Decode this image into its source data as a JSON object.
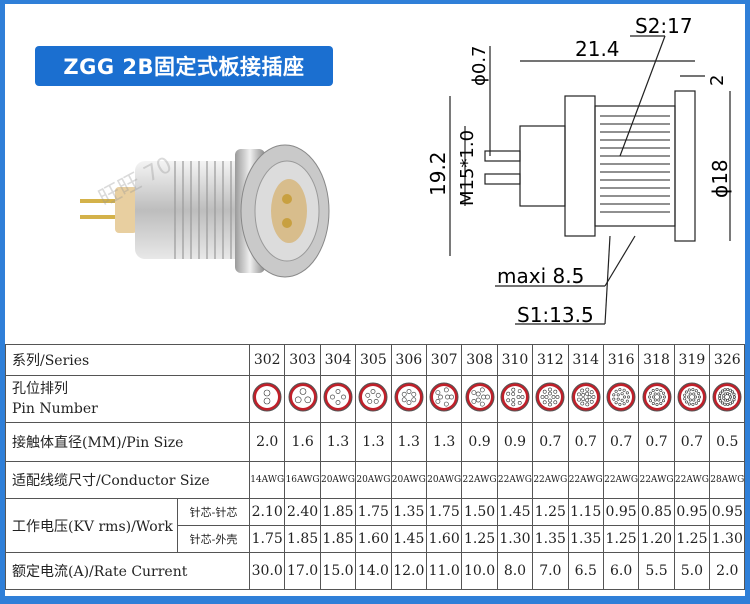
{
  "title": "ZGG 2B固定式板接插座",
  "watermark": "旺旺 70",
  "drawing": {
    "dim_top": "21.4",
    "dim_hex": "S2:17",
    "dim_pin": "ϕ0.7",
    "dim_thread": "M15*1.0",
    "dim_height": "19.2",
    "dim_flange": "2",
    "dim_dia": "ϕ18",
    "dim_panel": "maxi 8.5",
    "dim_nut": "S1:13.5"
  },
  "table": {
    "series_label": "系列/Series",
    "series": [
      "302",
      "303",
      "304",
      "305",
      "306",
      "307",
      "308",
      "310",
      "312",
      "314",
      "316",
      "318",
      "319",
      "326"
    ],
    "pin_label_cn": "孔位排列",
    "pin_label_en": "Pin Number",
    "pin_counts": [
      2,
      3,
      4,
      5,
      6,
      7,
      8,
      10,
      12,
      14,
      16,
      18,
      19,
      26
    ],
    "pin_size_label": "接触体直径(MM)/Pin Size",
    "pin_size": [
      "2.0",
      "1.6",
      "1.3",
      "1.3",
      "1.3",
      "1.3",
      "0.9",
      "0.9",
      "0.7",
      "0.7",
      "0.7",
      "0.7",
      "0.7",
      "0.5"
    ],
    "conductor_label": "适配线缆尺寸/Conductor Size",
    "conductor": [
      "14AWG",
      "16AWG",
      "20AWG",
      "20AWG",
      "20AWG",
      "20AWG",
      "22AWG",
      "22AWG",
      "22AWG",
      "22AWG",
      "22AWG",
      "22AWG",
      "22AWG",
      "28AWG"
    ],
    "work_label": "工作电压(KV rms)/Work",
    "work_sub1": "针芯-针芯",
    "work_sub2": "针芯-外壳",
    "work_pp": [
      "2.10",
      "2.40",
      "1.85",
      "1.75",
      "1.35",
      "1.75",
      "1.50",
      "1.45",
      "1.25",
      "1.15",
      "0.95",
      "0.85",
      "0.95",
      "0.95"
    ],
    "work_ps": [
      "1.75",
      "1.85",
      "1.85",
      "1.60",
      "1.45",
      "1.60",
      "1.25",
      "1.30",
      "1.35",
      "1.35",
      "1.25",
      "1.20",
      "1.25",
      "1.30"
    ],
    "current_label": "额定电流(A)/Rate Current",
    "current": [
      "30.0",
      "17.0",
      "15.0",
      "14.0",
      "12.0",
      "11.0",
      "10.0",
      "8.0",
      "7.0",
      "6.5",
      "6.0",
      "5.5",
      "5.0",
      "2.0"
    ]
  },
  "colors": {
    "frame": "#2f7fd8",
    "badge": "#1b6fd0",
    "pin_red": "#c0202a"
  }
}
